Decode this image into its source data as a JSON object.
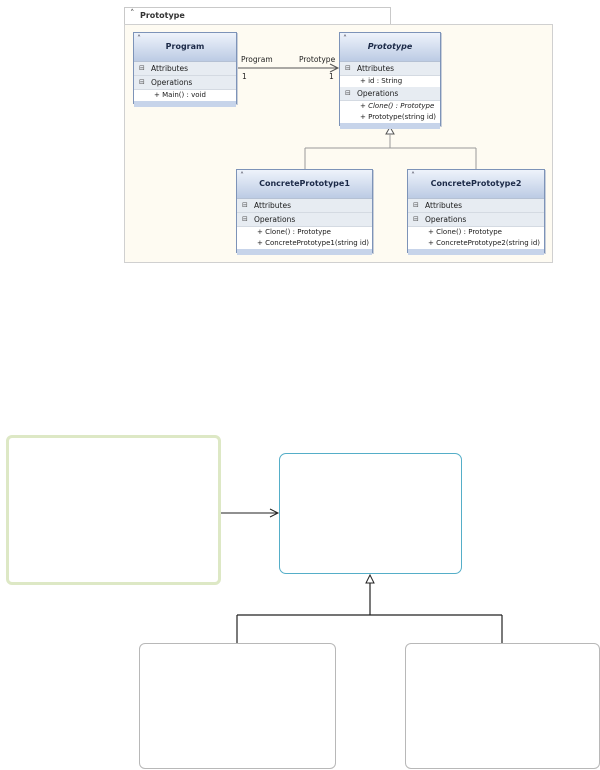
{
  "diagram": {
    "panel_title": "Prototype",
    "classes": {
      "program": {
        "name": "Program",
        "attributes_label": "Attributes",
        "operations_label": "Operations",
        "operations": [
          "+ Main() : void"
        ]
      },
      "prototype": {
        "name": "Prototype",
        "attributes_label": "Attributes",
        "attributes": [
          "+ id : String"
        ],
        "operations_label": "Operations",
        "operations": [
          "+ Clone() : Prototype",
          "+ Prototype(string id)"
        ]
      },
      "concrete1": {
        "name": "ConcretePrototype1",
        "attributes_label": "Attributes",
        "operations_label": "Operations",
        "operations": [
          "+ Clone() : Prototype",
          "+ ConcretePrototype1(string id)"
        ]
      },
      "concrete2": {
        "name": "ConcretePrototype2",
        "attributes_label": "Attributes",
        "operations_label": "Operations",
        "operations": [
          "+ Clone() : Prototype",
          "+ ConcretePrototype2(string id)"
        ]
      }
    },
    "association": {
      "source_role": "Program",
      "target_role": "Prototype",
      "source_multiplicity": "1",
      "target_multiplicity": "1"
    }
  },
  "colors": {
    "panel_background": "#fefbf2",
    "class_header": "#bccbe4",
    "green_box_border": "#dde8c5",
    "blue_box_border": "#55aec8",
    "gray_box_border": "#b8b8b8"
  }
}
